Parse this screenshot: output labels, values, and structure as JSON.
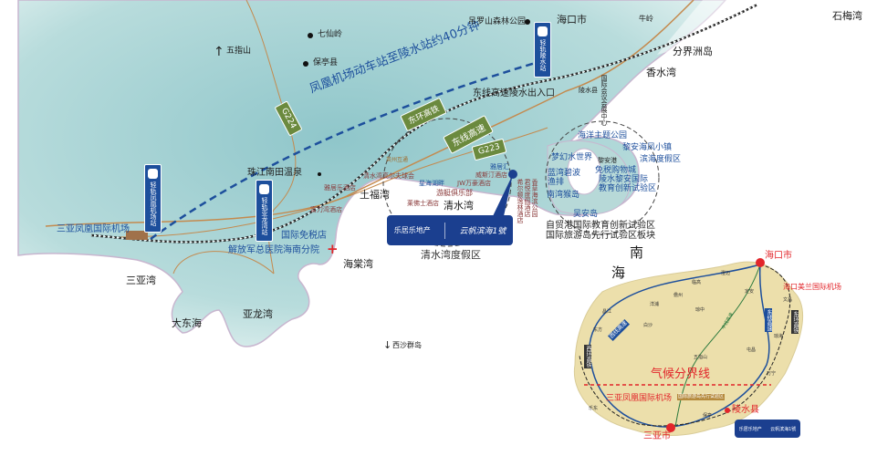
{
  "colors": {
    "land": "#a9d3d6",
    "inset_land": "#ecdfab",
    "brand": "#1b3f8f",
    "road": "#c48a4e",
    "green_badge": "#6b8a3e",
    "red": "#e2262b"
  },
  "places": {
    "qixianling": "七仙岭",
    "baoting": "保亭县",
    "wuzhishan": "五指山",
    "diaoluoshan": "吊罗山森林公园",
    "haikou": "海口市",
    "niuling": "牛岭",
    "shimeiwan": "石梅湾",
    "fenjiezhou": "分界洲岛",
    "xiangshuiwan": "香水湾",
    "lingshui_exit": "东线高速陵水出入口",
    "lingshui_county": "陵水县",
    "convention": "国际会议会展中心",
    "ocean_park": "海洋主题公园",
    "lian_town": "黎安海风小镇",
    "coastal_resort": "滨海度假区",
    "water_world": "梦幻水世界",
    "lian_port": "黎安港",
    "duty_free_city": "免税购物城",
    "edu_zone_1": "陵水黎安国际",
    "edu_zone_2": "教育创新试验区",
    "fishing_1": "蓝湾碧波",
    "fishing_2": "渔排",
    "monkey_island": "南湾猴岛",
    "wuan_island": "吴安岛",
    "zone_caption_1": "自贸港国际教育创新试验区",
    "zone_caption_2": "国际旅游岛先行试验区板块",
    "qingshuiwan": "清水湾",
    "tufuwan": "土福湾",
    "qingshuiwan_resort": "清水湾度假区",
    "zhujiang_hotspring": "珠江南田温泉",
    "sanya_airport": "三亚凤凰国际机场",
    "duty_free": "国际免税店",
    "hospital": "解放军总医院海南分院",
    "haitangwan": "海棠湾",
    "sanyawan": "三亚湾",
    "dadonghai": "大东海",
    "yalongwan": "亚龙湾",
    "xisha": "西沙群岛",
    "south": "南",
    "sea": "海",
    "yingzhou": "英州互通",
    "golf": "清水湾高尔夫球会",
    "xinghai": "星海湖畔",
    "yajule_hotel": "雅居乐酒店",
    "yacht": "游艇俱乐部",
    "raffles": "莱佛士酒店",
    "jw": "JW万豪酒店",
    "westin": "威斯汀酒店",
    "yaju_hui": "雅居汇",
    "fuli": "富力湾酒店",
    "hotel_v1": "希尔顿逸林酒店",
    "hotel_v2": "君悦度假酒店",
    "hotel_v3": "香草海滨公园"
  },
  "routes": {
    "travel_time": "凤凰机场动车站至陵水站约40分钟",
    "g224": "G224",
    "east_rail": "东环高铁",
    "east_highway": "东线高速",
    "g223": "G223"
  },
  "stations": {
    "airport": "轻轨凤凰机场站",
    "yalong": "轻轨亚龙湾站",
    "lingshui": "轻轨陵水站"
  },
  "brand": {
    "developer": "乐居乐地产",
    "project": "云帆滨海1號"
  },
  "inset": {
    "haikou": "海口市",
    "meilan": "海口美兰国际机场",
    "climate_line": "气候分界线",
    "sanya_airport": "三亚凤凰国际机场",
    "sanya": "三亚市",
    "lingshui": "陵水县",
    "zone_tag": "国际旅游岛先行试验区",
    "rail_west": "西环高铁",
    "rail_east": "东环高铁",
    "hw_west": "西线高速",
    "hw_east": "东线高速",
    "hw_mid": "中线高速",
    "towns": [
      "澄迈",
      "临高",
      "儋州",
      "洋浦",
      "白沙",
      "琼中",
      "屯昌",
      "定安",
      "文昌",
      "琼海",
      "万宁",
      "东方",
      "乐东",
      "五指山",
      "保亭",
      "昌江"
    ]
  }
}
